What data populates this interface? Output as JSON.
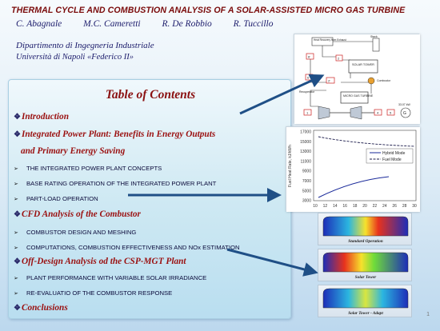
{
  "header": {
    "title": "THERMAL CYCLE AND COMBUSTION ANALYSIS OF A SOLAR-ASSISTED MICRO GAS TURBINE",
    "authors": [
      "C. Abagnale",
      "M.C. Cameretti",
      "R. De Robbio",
      "R. Tuccillo"
    ],
    "department": "Dipartimento di Ingegneria Industriale",
    "university": "Università di Napoli «Federico II»"
  },
  "toc": {
    "title": "Table of Contents",
    "items": [
      {
        "text": "Introduction",
        "level": "major"
      },
      {
        "text": "Integrated Power Plant: Benefits in Energy Outputs",
        "level": "major"
      },
      {
        "text": "and Primary Energy Saving",
        "level": "major-cont"
      },
      {
        "text": "THE INTEGRATED POWER PLANT CONCEPTS",
        "level": "minor"
      },
      {
        "text": "BASE RATING OPERATION OF THE INTEGRATED POWER PLANT",
        "level": "minor"
      },
      {
        "text": "PART-LOAD OPERATION",
        "level": "minor"
      },
      {
        "text": "CFD Analysis of the Combustor",
        "level": "major"
      },
      {
        "text": "COMBUSTOR DESIGN AND MESHING",
        "level": "minor"
      },
      {
        "text": "COMPUTATIONS, COMBUSTION EFFECTIVENESS AND NOx ESTIMATION",
        "level": "minor"
      },
      {
        "text": "Off-Design Analysis od the CSP-MGT Plant",
        "level": "major"
      },
      {
        "text": "PLANT PERFORMANCE WITH VARIABLE SOLAR IRRADIANCE",
        "level": "minor"
      },
      {
        "text": "RE-EVALUATIO OF THE COMBUSTOR RESPONSE",
        "level": "minor"
      },
      {
        "text": "Conclusions",
        "level": "major"
      }
    ]
  },
  "plant_diagram": {
    "labels": {
      "heat_recovery": "Heat Recovery from Exhaust",
      "stack": "Stack",
      "solar_tower": "SOLAR TOWER",
      "combustor": "Combustor",
      "recuperator": "Recuperator",
      "micro_gas_turbine": "MICRO GAS TURBINE",
      "generator": "G",
      "power": "33.07 kW"
    },
    "state_points": [
      "6",
      "6'",
      "2",
      "2'",
      "3",
      "4",
      "5",
      "1"
    ]
  },
  "plot": {
    "ylabel": "Fuel Heat Rate, kJ/kWh",
    "yticks": [
      "17000",
      "15000",
      "13000",
      "11000",
      "9000",
      "7000",
      "5000",
      "3000"
    ],
    "xticks": [
      "10",
      "12",
      "14",
      "16",
      "18",
      "20",
      "22",
      "24",
      "26",
      "28",
      "30"
    ],
    "legend": [
      "Hybrid Mode",
      "Fuel Mode"
    ],
    "colors": {
      "hybrid": "#1a2a9a",
      "fuel": "#1a1a4a"
    }
  },
  "cfd_panels": [
    {
      "caption": "Standard Operation"
    },
    {
      "caption": "Solar Tower"
    },
    {
      "caption": "Solar Tower - Adapt"
    }
  ],
  "page_number": "1",
  "colors": {
    "title": "#7a0a0a",
    "major": "#9a1010",
    "arrow": "#1f4f86"
  }
}
